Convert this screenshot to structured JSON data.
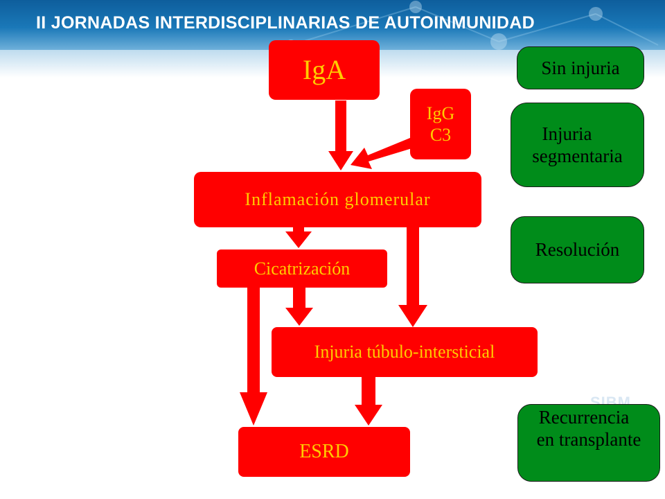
{
  "header": {
    "title": "II JORNADAS INTERDISCIPLINARIAS DE AUTOINMUNIDAD"
  },
  "watermark": "SIBM",
  "diagram": {
    "nodes": {
      "iga": "IgA",
      "igg": "IgG",
      "c3": "C3",
      "inflamacion": "Inflamación glomerular",
      "cicatrizacion": "Cicatrización",
      "injuria_tubulo": "Injuria túbulo-intersticial",
      "esrd": "ESRD"
    },
    "outcomes": {
      "sin_injuria": "Sin injuria",
      "injuria_1": "Injuria",
      "injuria_2": "segmentaria",
      "resolucion": "Resolución",
      "recurrencia_1": "Recurrencia",
      "recurrencia_2": "en transplante"
    }
  },
  "colors": {
    "flow_box": "#ff0000",
    "flow_text": "#ffcc00",
    "outcome_box": "#008c1a",
    "outcome_text": "#000000",
    "header": "#1a78b8"
  }
}
